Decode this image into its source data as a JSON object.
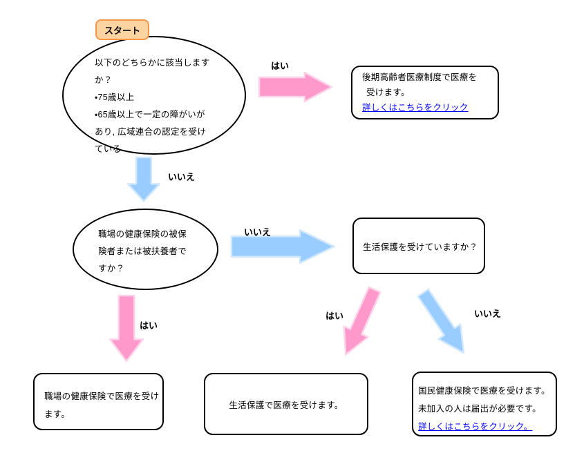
{
  "colors": {
    "pink": "#FF99CC",
    "pink_light": "#FFD3E9",
    "blue": "#99CCFF",
    "blue_light": "#D2E8FF",
    "start_fill": "#FBD4A2",
    "start_border": "#F79646",
    "link": "#0000FF"
  },
  "nodes": {
    "start": {
      "label": "スタート"
    },
    "q1": {
      "text": "以下のどちらかに該当します\nか？\n・75歳以上\n・65歳以上で一定の障がいが\nあり, 広域連合の認定を受け\nている"
    },
    "kouki": {
      "line1": "後期高齢者医療制度で医療を",
      "line2": "受けます。",
      "link": "詳しくはこちらをクリック"
    },
    "q2": {
      "text": "職場の健康保険の被保\n険者または被扶養者で\nすか？"
    },
    "seikatsu_q": {
      "text": "生活保護を受けていますか？"
    },
    "shokuba": {
      "text": "職場の健康保険で医療を受け\nます。"
    },
    "seikatsu": {
      "text": "生活保護で医療を受けます。"
    },
    "kokumin": {
      "line1": "国民健康保険で医療を受けます。",
      "line2": "未加入の人は届出が必要です。",
      "link": "詳しくはこちらをクリック。"
    }
  },
  "edges": {
    "q1_yes": {
      "label": "はい"
    },
    "q1_no": {
      "label": "いいえ"
    },
    "q2_no": {
      "label": "いいえ"
    },
    "q2_yes": {
      "label": "はい"
    },
    "q3_yes": {
      "label": "はい"
    },
    "q3_no": {
      "label": "いいえ"
    }
  }
}
